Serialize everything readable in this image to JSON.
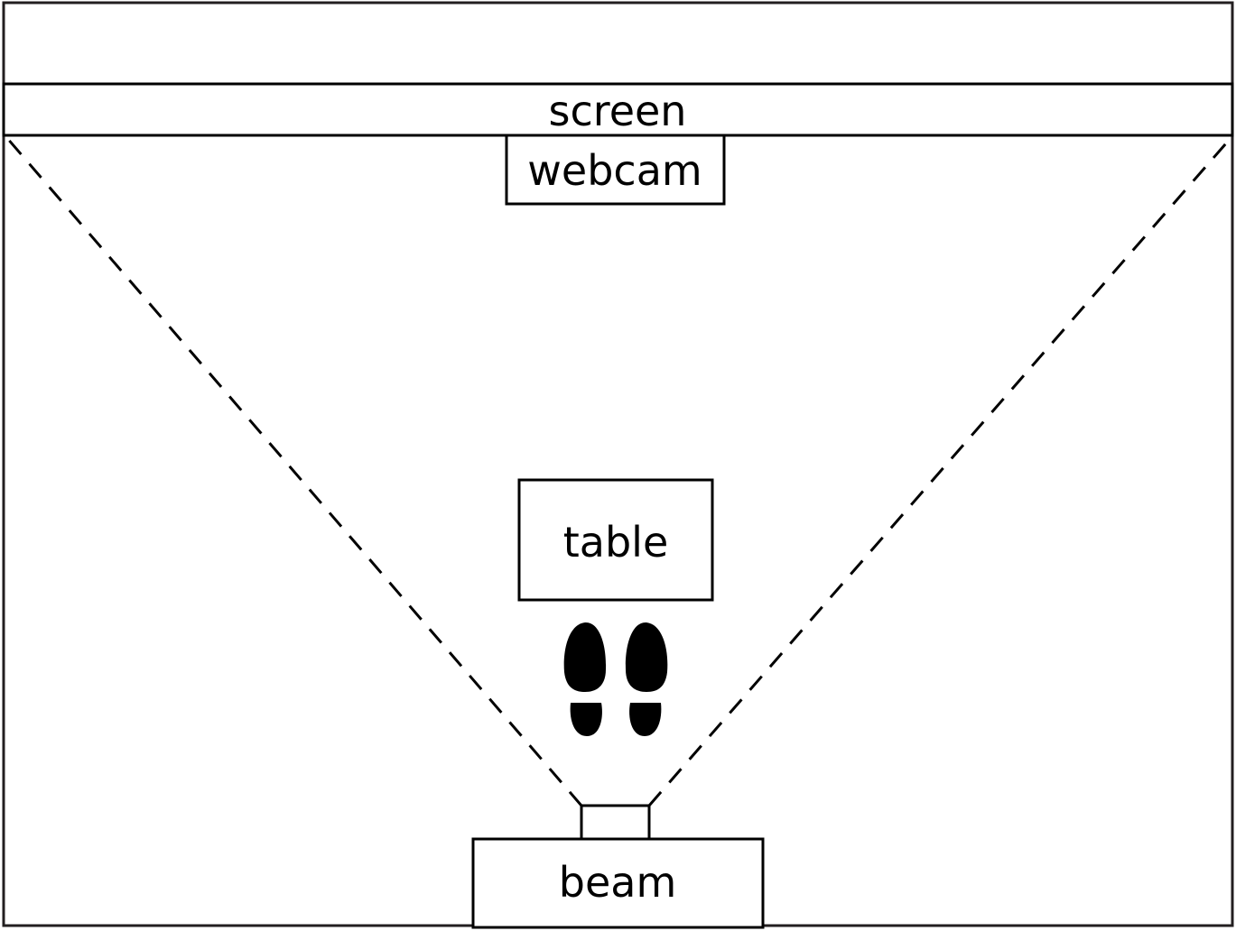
{
  "diagram": {
    "labels": {
      "screen": "screen",
      "webcam": "webcam",
      "table": "table",
      "beam": "beam"
    },
    "icons": {
      "footprints": "footprints-icon"
    },
    "colors": {
      "stroke": "#000000",
      "room_border": "#231f20",
      "background": "#ffffff"
    }
  }
}
